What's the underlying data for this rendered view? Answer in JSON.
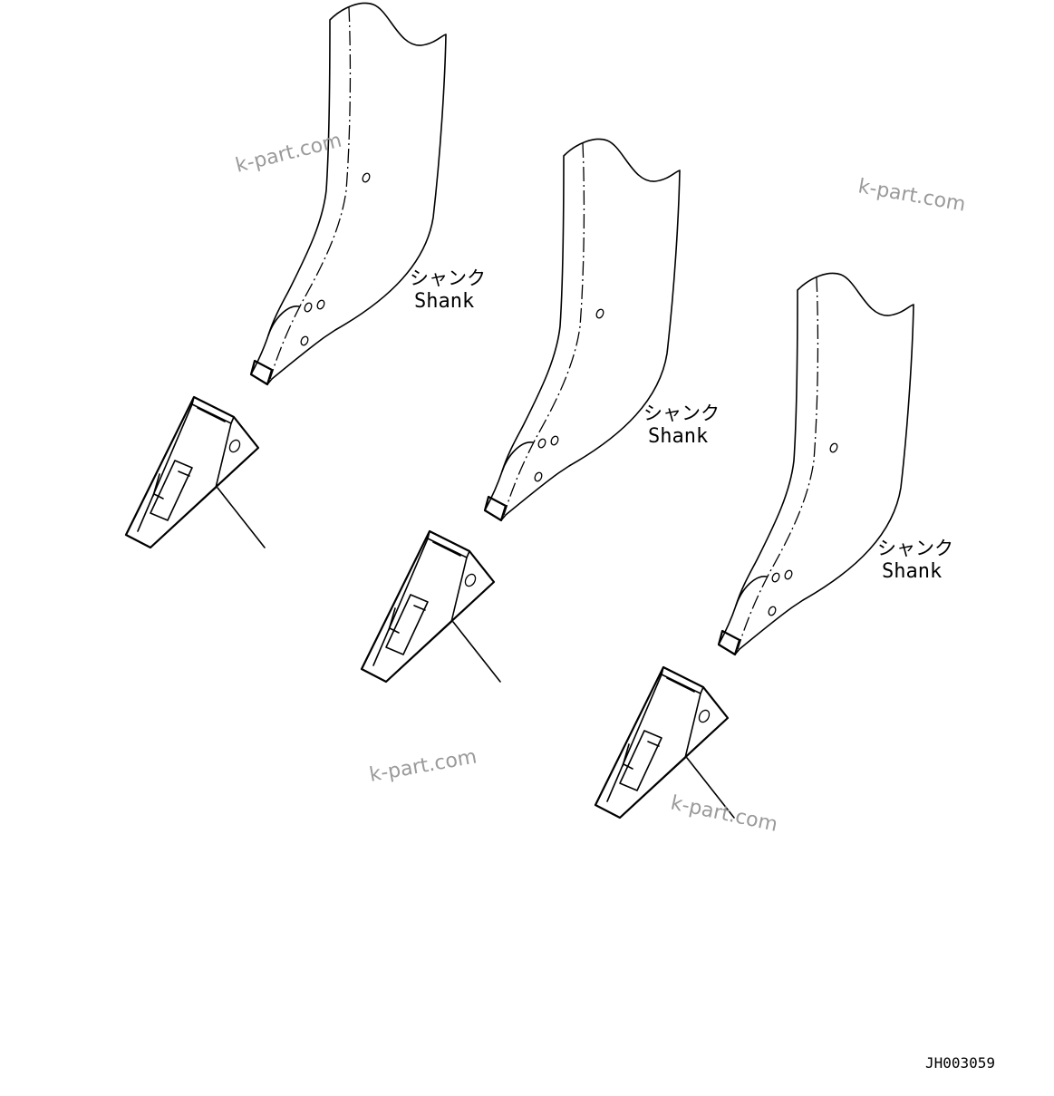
{
  "labels": {
    "shank_jp": "シャンク",
    "shank_en": "Shank"
  },
  "watermark": "k-part.com",
  "drawing_code": "JH003059"
}
